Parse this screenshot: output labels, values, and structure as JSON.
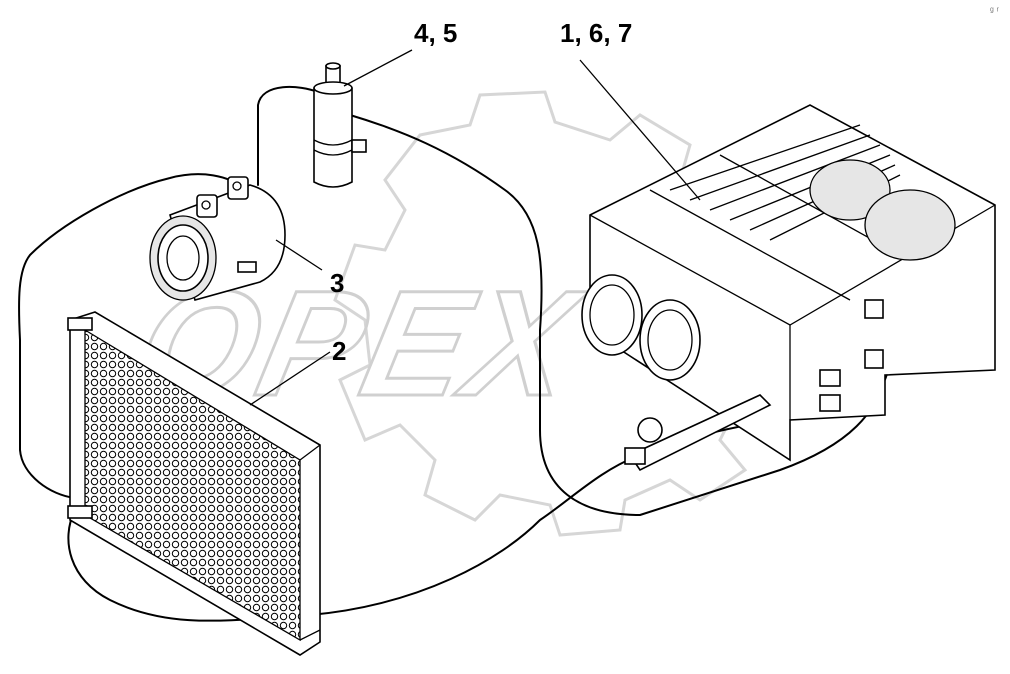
{
  "diagram": {
    "callouts": [
      {
        "id": "c45",
        "label": "4, 5"
      },
      {
        "id": "c167",
        "label": "1, 6, 7"
      },
      {
        "id": "c3",
        "label": "3"
      },
      {
        "id": "c2",
        "label": "2"
      }
    ],
    "watermark": "OPEX",
    "corner_mark": "ᵍ ʳ"
  }
}
